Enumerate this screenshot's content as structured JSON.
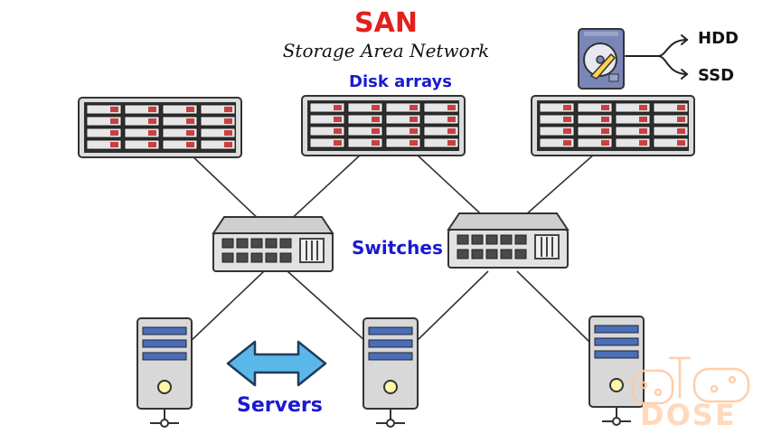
{
  "title": "SAN",
  "subtitle": "Storage Area Network",
  "labels": {
    "disk_arrays": "Disk arrays",
    "switches": "Switches",
    "servers": "Servers",
    "hdd": "HDD",
    "ssd": "SSD"
  },
  "watermark": "DOSE",
  "colors": {
    "title": "#e3201b",
    "label_blue": "#1a1ad0",
    "arrow": "#5ab8e8",
    "device_body": "#dcdcdc",
    "drive_red": "#c94040"
  }
}
